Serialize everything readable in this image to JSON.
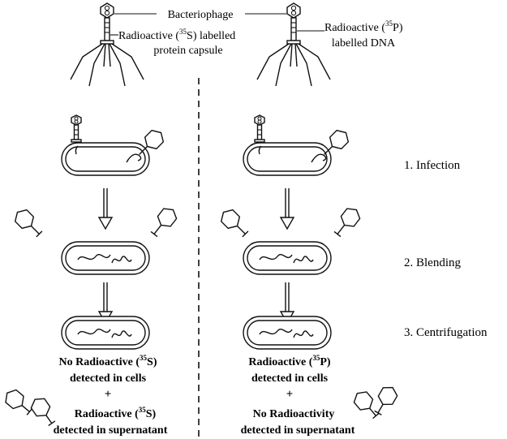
{
  "top": {
    "bacteriophage": "Bacteriophage",
    "left_label_line1_pre": "Radioactive (",
    "left_label_line1_sup": "35",
    "left_label_line1_post": "S) labelled",
    "left_label_line2": "protein capsule",
    "right_label_line1_pre": "Radioactive (",
    "right_label_line1_sup": "35",
    "right_label_line1_post": "P)",
    "right_label_line2": "labelled DNA"
  },
  "steps": [
    {
      "label": "1. Infection"
    },
    {
      "label": "2. Blending"
    },
    {
      "label": "3. Centrifugation"
    }
  ],
  "left_results": {
    "line1_pre": "No Radioactive (",
    "line1_sup": "35",
    "line1_post": "S)",
    "line2": "detected in cells",
    "plus": "+",
    "line3_pre": "Radioactive (",
    "line3_sup": "35",
    "line3_post": "S)",
    "line4": "detected in supernatant"
  },
  "right_results": {
    "line1_pre": "Radioactive (",
    "line1_sup": "35",
    "line1_post": "P)",
    "line2": "detected in cells",
    "plus": "+",
    "line3": "No Radioactivity",
    "line4": "detected in supernatant"
  }
}
